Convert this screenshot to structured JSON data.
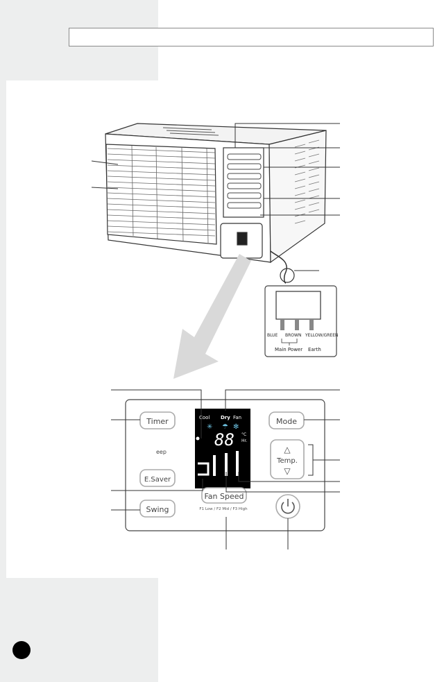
{
  "page": {
    "title_text": ""
  },
  "wiring": {
    "wire_colors": [
      "BLUE",
      "BROWN",
      "YELLOW/GREEN"
    ],
    "main_power_label": "Main Power",
    "earth_label": "Earth"
  },
  "panel": {
    "buttons": {
      "timer": "Timer",
      "mode": "Mode",
      "esaver": "E.Saver",
      "swing": "Swing",
      "fan_speed": "Fan Speed",
      "temp": "Temp."
    },
    "sleep_text": "eep",
    "temp_arrows": {
      "up": "△",
      "down": "▽"
    },
    "display": {
      "modes": [
        "Cool",
        "Dry",
        "Fan"
      ],
      "digits": "88",
      "unit_c": "°C",
      "unit_hr": "Hr."
    },
    "fan_speed_caption": "F1 Low / F2 Mid / F3 High"
  }
}
